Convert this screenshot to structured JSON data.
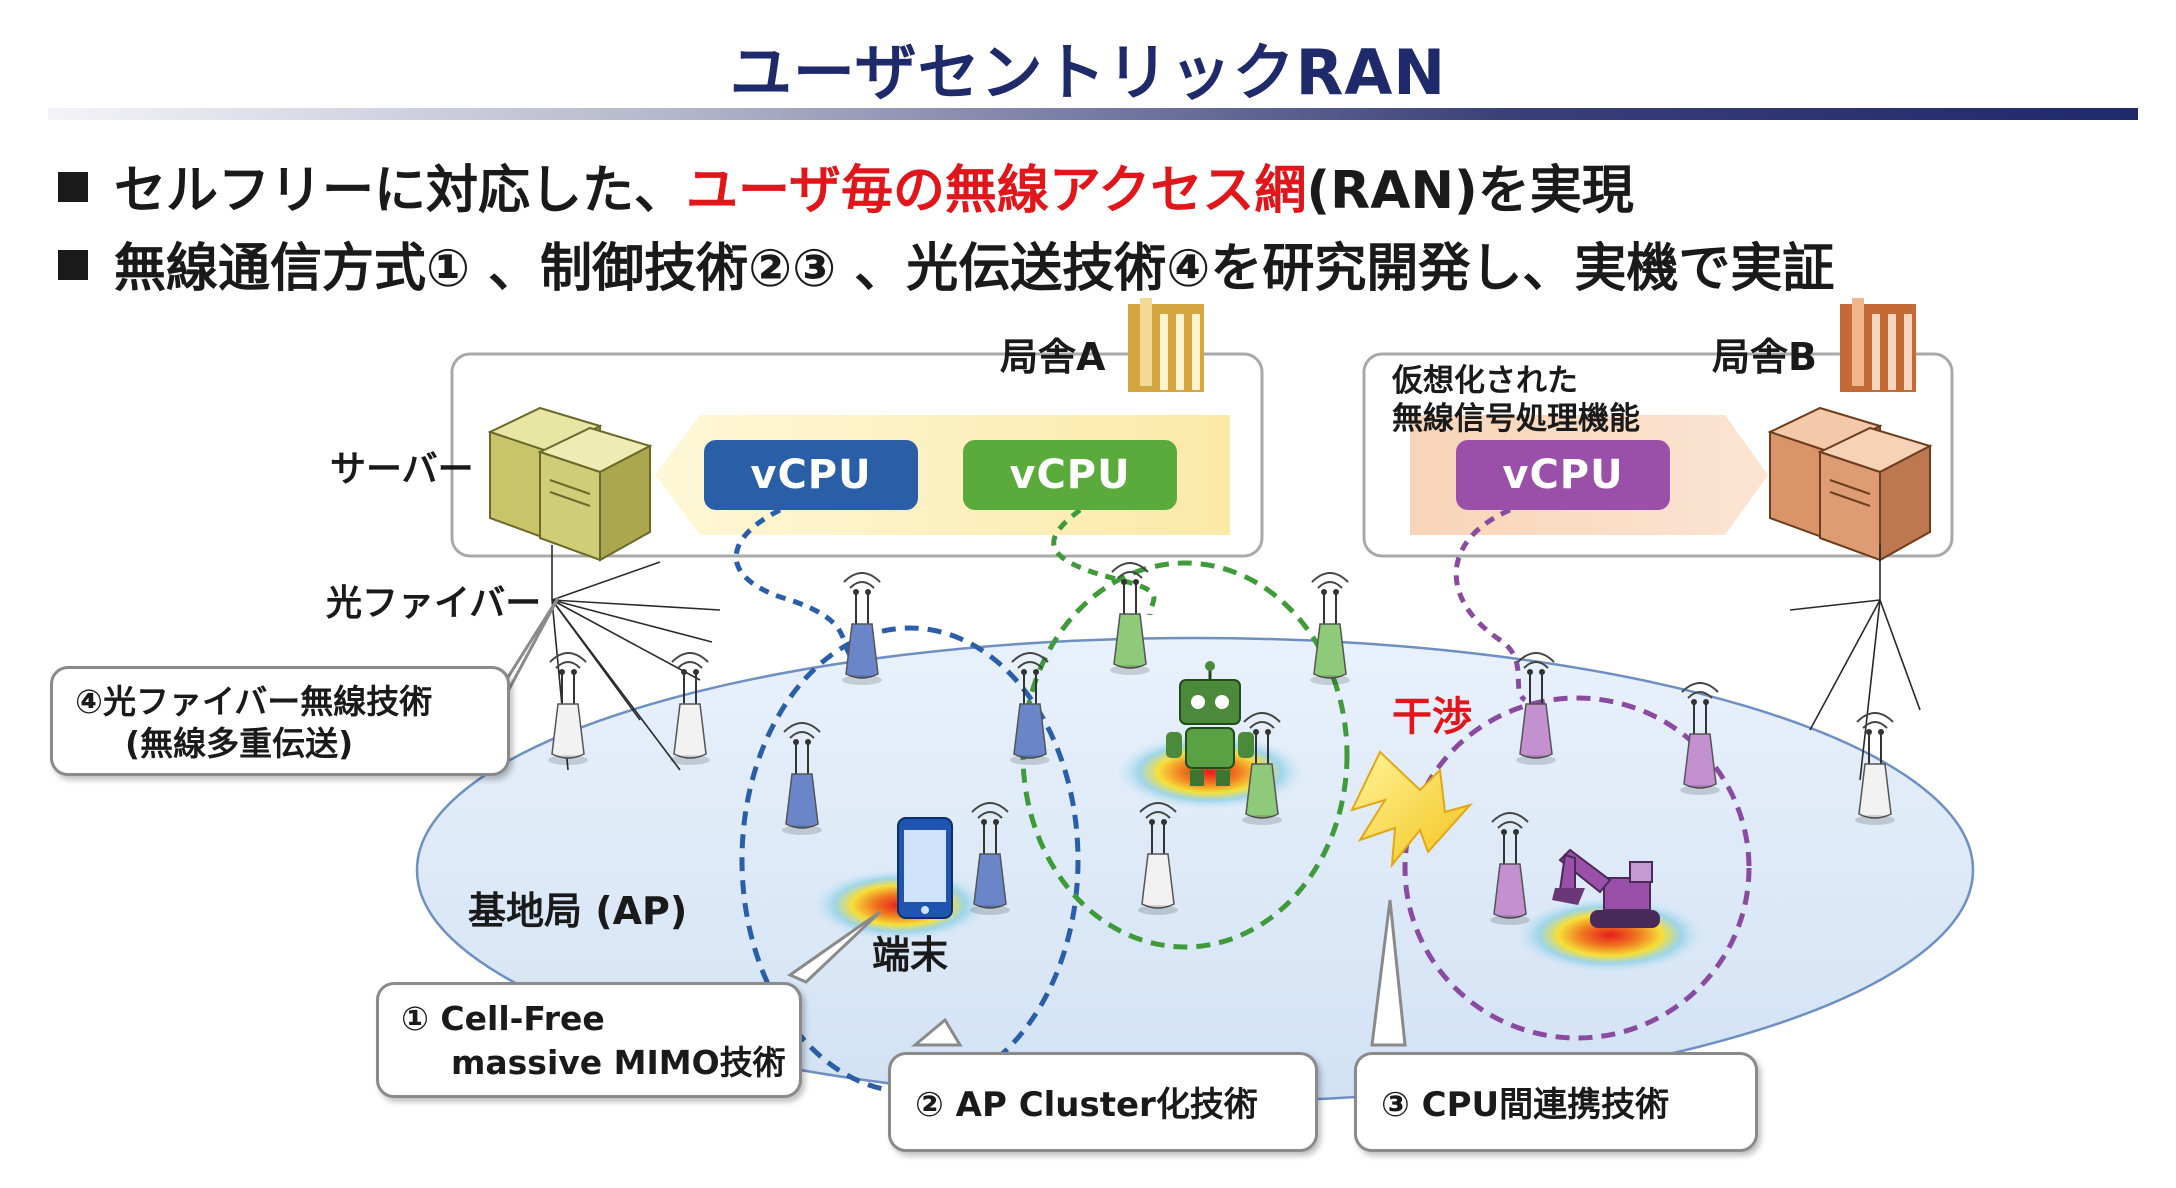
{
  "title": "ユーザセントリックRAN",
  "bullets": {
    "b1_pre": "セルフリーに対応した、",
    "b1_red": "ユーザ毎の無線アクセス網",
    "b1_post": "(RAN)を実現",
    "b2": "無線通信方式① 、制御技術②③ 、光伝送技術④を研究開発し、実機で実証"
  },
  "diagram": {
    "office_a": "局舎A",
    "office_b": "局舎B",
    "server_label": "サーバー",
    "fiber_label": "光ファイバー",
    "virtualized_line1": "仮想化された",
    "virtualized_line2": "無線信号処理機能",
    "vcpu_blue": "vCPU",
    "vcpu_green": "vCPU",
    "vcpu_purple": "vCPU",
    "interference": "干渉",
    "base_station": "基地局 (AP)",
    "terminal": "端末"
  },
  "callouts": {
    "c4_line1": "④光ファイバー無線技術",
    "c4_line2": "(無線多重伝送)",
    "c1_line1": "① Cell-Free",
    "c1_line2": "massive MIMO技術",
    "c2": "② AP Cluster化技術",
    "c3": "③ CPU間連携技術"
  },
  "colors": {
    "title": "#1f2a6b",
    "highlight_red": "#e0161b",
    "vcpu_blue": "#2a5fa8",
    "vcpu_green": "#5aab3c",
    "vcpu_purple": "#9a4fa8",
    "office_a_building": "#d4a640",
    "office_b_building": "#c46a36"
  }
}
